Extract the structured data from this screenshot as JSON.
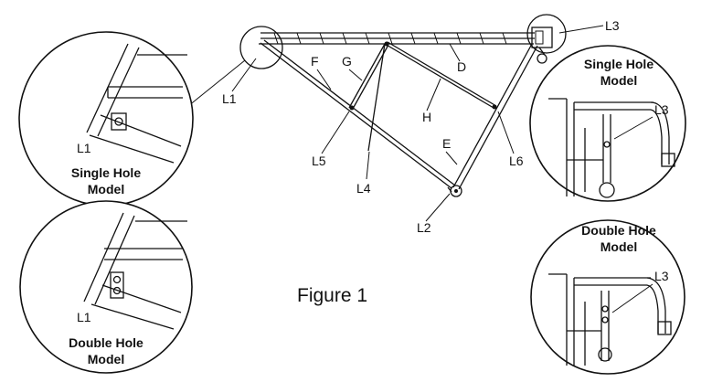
{
  "figure_title": "Figure 1",
  "frame_labels": {
    "D": "D",
    "E": "E",
    "F": "F",
    "G": "G",
    "H": "H",
    "L1": "L1",
    "L2": "L2",
    "L3": "L3",
    "L4": "L4",
    "L5": "L5",
    "L6": "L6"
  },
  "details": {
    "top_left": {
      "label": "L1",
      "caption_line1": "Single Hole",
      "caption_line2": "Model"
    },
    "bottom_left": {
      "label": "L1",
      "caption_line1": "Double Hole",
      "caption_line2": "Model"
    },
    "top_right": {
      "label": "L3",
      "caption_line1": "Single Hole",
      "caption_line2": "Model"
    },
    "bottom_right": {
      "label": "L3",
      "caption_line1": "Double Hole",
      "caption_line2": "Model"
    }
  }
}
